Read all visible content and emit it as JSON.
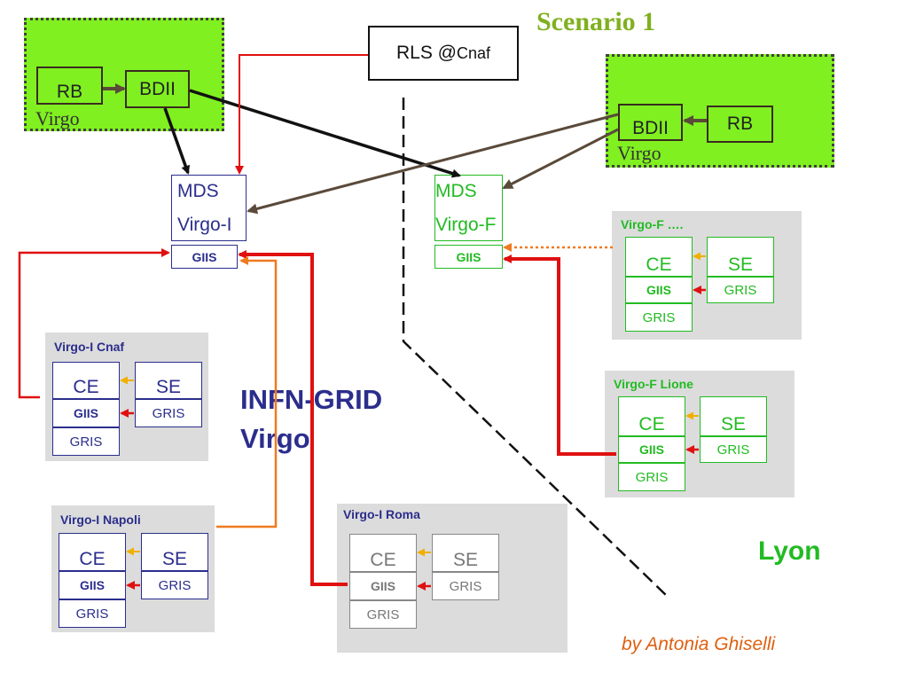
{
  "title": "Scenario 1",
  "rls": {
    "label_main": "RLS @ ",
    "label_site": "Cnaf"
  },
  "left_green": {
    "rb": "RB",
    "bdii": "BDII",
    "vo": "Virgo"
  },
  "right_green": {
    "bdii": "BDII",
    "rb": "RB",
    "vo": "Virgo"
  },
  "mds_i": {
    "line1": "MDS",
    "line2": "Virgo-I",
    "giis": "GIIS"
  },
  "mds_f": {
    "line1": "MDS",
    "line2": "Virgo-F",
    "giis": "GIIS"
  },
  "center_label": {
    "line1": "INFN-GRID",
    "line2": "Virgo"
  },
  "lyon_label": "Lyon",
  "author": "by Antonia Ghiselli",
  "sites": {
    "cnaf": {
      "title": "Virgo-I Cnaf",
      "ce": "CE",
      "se": "SE",
      "giis": "GIIS",
      "gris_se": "GRIS",
      "gris_ce": "GRIS"
    },
    "napoli": {
      "title": "Virgo-I Napoli",
      "ce": "CE",
      "se": "SE",
      "giis": "GIIS",
      "gris_se": "GRIS",
      "gris_ce": "GRIS"
    },
    "roma": {
      "title": "Virgo-I Roma",
      "ce": "CE",
      "se": "SE",
      "giis": "GIIS",
      "gris_se": "GRIS",
      "gris_ce": "GRIS"
    },
    "virgof": {
      "title": "Virgo-F   ….",
      "ce": "CE",
      "se": "SE",
      "giis": "GIIS",
      "gris_se": "GRIS",
      "gris_ce": "GRIS"
    },
    "lione": {
      "title": "Virgo-F Lione",
      "ce": "CE",
      "se": "SE",
      "giis": "GIIS",
      "gris_se": "GRIS",
      "gris_ce": "GRIS"
    }
  },
  "colors": {
    "green_fill": "#80f020",
    "blue": "#2b2e8c",
    "green": "#22bb22",
    "grey": "#888888",
    "red": "#e01010",
    "orange": "#f07a20",
    "brown": "#5a4a3a",
    "title_olive": "#80b020",
    "author_orange": "#e06010"
  }
}
